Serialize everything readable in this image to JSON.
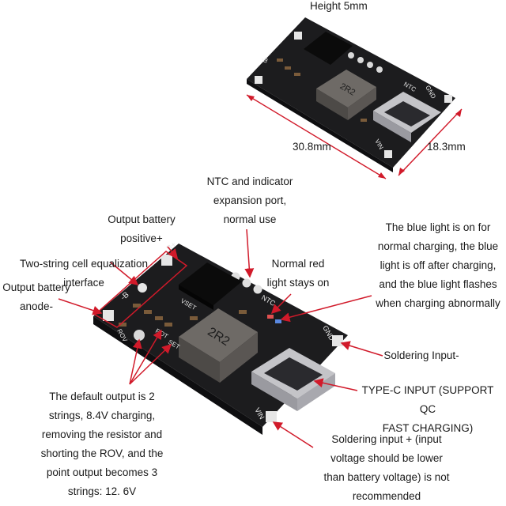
{
  "dimensions": {
    "height": "Height 5mm",
    "length": "30.8mm",
    "width": "18.3mm"
  },
  "board_silkscreen": {
    "inductor": "2R2",
    "b_plus": "B+",
    "b_minus": "-B",
    "ntc": "NTC",
    "gnd": "GND",
    "vin": "VIN",
    "rov": "ROV",
    "vset": "VSET",
    "rot": "ROT",
    "set": "SET"
  },
  "callouts": {
    "ntc_port": "NTC and indicator\nexpansion port,\nnormal use",
    "battery_positive": "Output battery\npositive+",
    "equalization": "Two-string cell equalization\ninterface",
    "battery_anode": "Output battery\nanode-",
    "red_light": "Normal red\nlight stays on",
    "blue_light": "The blue light is on for\nnormal charging, the blue\nlight is off after charging,\nand the blue light flashes\nwhen charging abnormally",
    "soldering_input_minus": "Soldering Input-",
    "type_c": "TYPE-C INPUT (SUPPORT QC\nFAST CHARGING)",
    "default_output": "The default output is 2\nstrings, 8.4V charging,\nremoving the resistor and\nshorting the ROV, and the\npoint output becomes 3\nstrings: 12. 6V",
    "soldering_input_plus": "Soldering input + (input\nvoltage should be lower\nthan battery voltage) is not\nrecommended"
  },
  "colors": {
    "pcb": "#1c1c1e",
    "annotation": "#d11a2a",
    "pad": "#e6e6e6",
    "connector": "#c4c4c8",
    "inductor": "#6e6a66"
  }
}
